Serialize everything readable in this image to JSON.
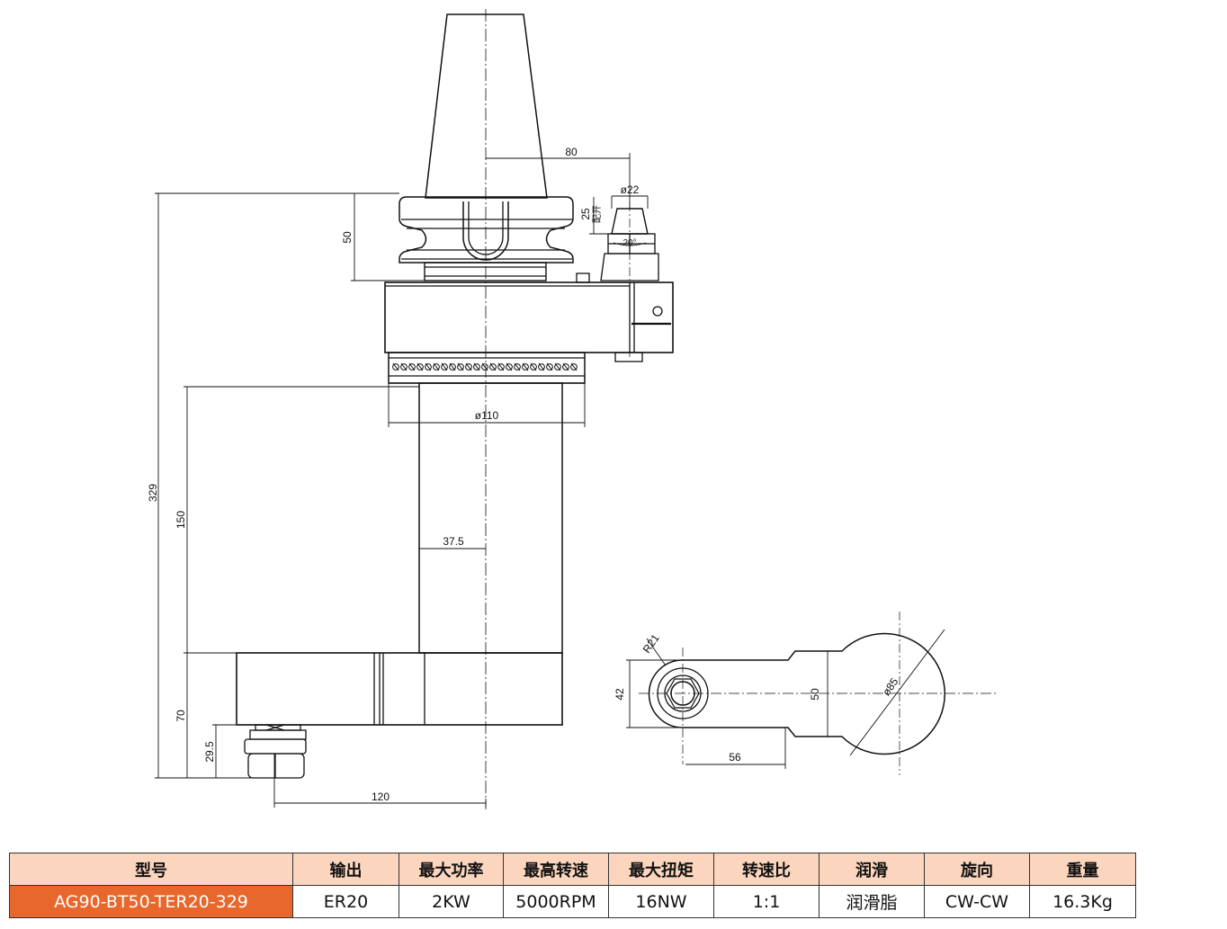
{
  "drawing": {
    "dimensions": {
      "height_total": "329",
      "height_head": "50",
      "height_body": "150",
      "height_bottom": "70",
      "height_nut": "29.5",
      "width_offset": "120",
      "half_width": "37.5",
      "diameter_body": "ø110",
      "pin_offset": "80",
      "pin_diameter": "ø22",
      "pin_height": "25",
      "pin_note": "配开",
      "pin_angle": "20°",
      "radius": "R21",
      "width_42": "42",
      "width_50": "50",
      "diameter_85": "ø85",
      "length_56": "56"
    }
  },
  "table": {
    "headers": [
      "型号",
      "输出",
      "最大功率",
      "最高转速",
      "最大扭矩",
      "转速比",
      "润滑",
      "旋向",
      "重量"
    ],
    "row": [
      "AG90-BT50-TER20-329",
      "ER20",
      "2KW",
      "5000RPM",
      "16NW",
      "1:1",
      "润滑脂",
      "CW-CW",
      "16.3Kg"
    ]
  },
  "colors": {
    "header_bg": "#fbd5bd",
    "model_bg": "#e8672c",
    "line": "#111111"
  }
}
